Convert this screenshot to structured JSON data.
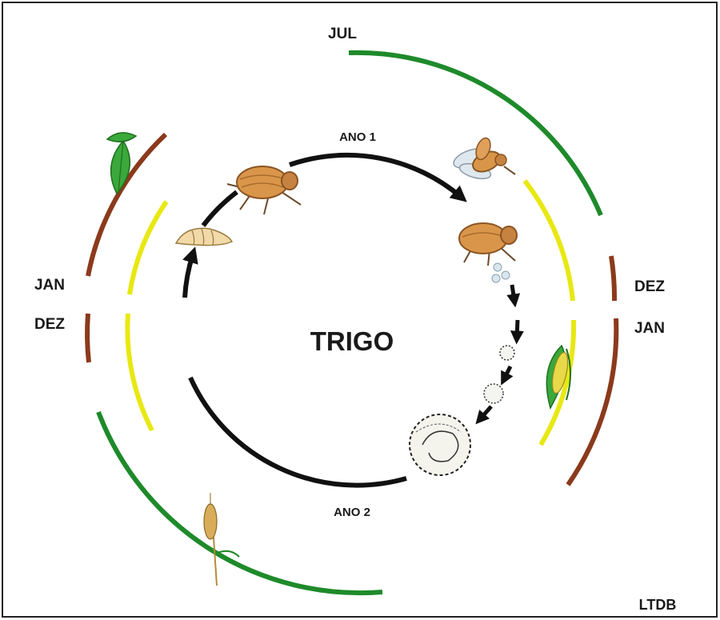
{
  "diagram": {
    "center_label": "TRIGO",
    "year_labels": {
      "top": "ANO 1",
      "bottom": "ANO 2"
    },
    "month_labels": {
      "top": "JUL",
      "left_upper": "JAN",
      "left_lower": "DEZ",
      "right_upper": "DEZ",
      "right_lower": "JAN"
    },
    "credit": "LTDB",
    "colors": {
      "life_cycle": "#111111",
      "green_band": "#1e8a2a",
      "yellow_band": "#e8e812",
      "brown_band": "#8b3a1c",
      "beetle_body": "#d9964a",
      "leaf": "#3aa83a"
    },
    "stages": [
      "adult-beetle-icon",
      "flying-beetle-icon",
      "egg-laying-beetle-icon",
      "eggs-icon",
      "larva-small-icon",
      "larva-medium-icon",
      "larva-large-icon",
      "pupa-icon"
    ],
    "crop_icons": [
      "soybean-leaf-icon",
      "corn-ear-icon",
      "wheat-ear-icon"
    ]
  }
}
